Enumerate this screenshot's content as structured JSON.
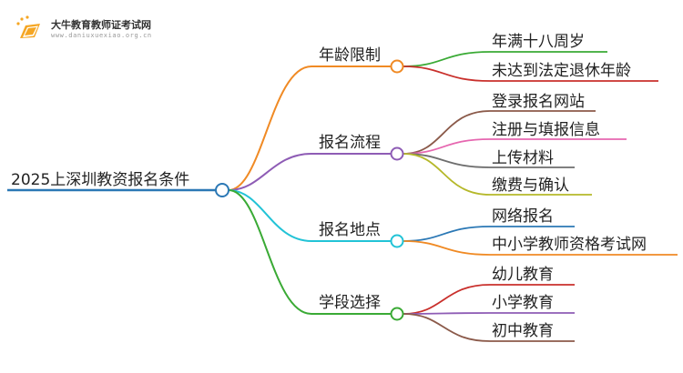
{
  "brand": {
    "name": "大牛教育教师证考试网",
    "url": "www.daniuxuexiao.org.cn",
    "accent": "#f5a623"
  },
  "root": {
    "label": "2025上深圳教资报名条件",
    "color": "#2b78b5"
  },
  "branches": [
    {
      "label": "年龄限制",
      "color": "#f08a24",
      "leaves": [
        {
          "label": "年满十八周岁",
          "color": "#3aaa35"
        },
        {
          "label": "未达到法定退休年龄",
          "color": "#c9302c"
        }
      ]
    },
    {
      "label": "报名流程",
      "color": "#8e5cb5",
      "leaves": [
        {
          "label": "登录报名网站",
          "color": "#8b5a4a"
        },
        {
          "label": "注册与填报信息",
          "color": "#e667b0"
        },
        {
          "label": "上传材料",
          "color": "#6e6e6e"
        },
        {
          "label": "缴费与确认",
          "color": "#b5b82a"
        }
      ]
    },
    {
      "label": "报名地点",
      "color": "#22c3d6",
      "leaves": [
        {
          "label": "网络报名",
          "color": "#2b78b5"
        },
        {
          "label": "中小学教师资格考试网",
          "color": "#f08a24"
        }
      ]
    },
    {
      "label": "学段选择",
      "color": "#3aaa35",
      "leaves": [
        {
          "label": "幼儿教育",
          "color": "#c9302c"
        },
        {
          "label": "小学教育",
          "color": "#8e5cb5"
        },
        {
          "label": "初中教育",
          "color": "#8b5a4a"
        }
      ]
    }
  ]
}
